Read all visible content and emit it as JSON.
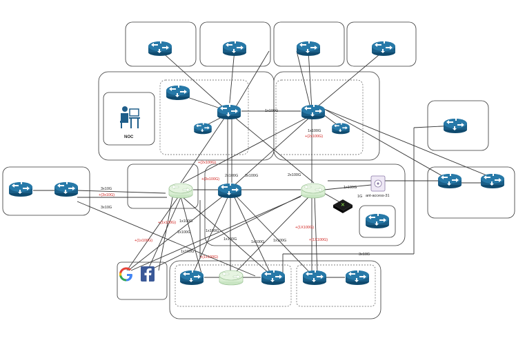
{
  "noc": {
    "label": "NOC"
  },
  "server": {
    "label": "ant-access-31"
  },
  "links": {
    "core_h": "1x100G",
    "core_down_1": "1x100G",
    "core_down_2": "+(2x100G)",
    "red_a": "+(2x100G)",
    "red_b": "+(3x100G)",
    "agg_a": "2x100G",
    "agg_b": "3x100G",
    "agg_c": "2x100G",
    "left_a": "3x10G",
    "left_b": "+(3x10G)",
    "left_c": "3x10G",
    "right_uplink": "1x100G",
    "server_link": "1G",
    "mid_a": "1x100G",
    "mid_b": "1x100G",
    "mid_c": "1x100G",
    "mid_d": "1x100G",
    "mid_e": "1x100G",
    "red_c": "+(1x100G)",
    "red_d": "+(1x100G)",
    "red_e": "+(1X100G)",
    "red_f": "+(1X100G)",
    "bot_a": "1x100G",
    "red_g": "+(1x100G)",
    "bottom_right": "3x10G"
  },
  "colors": {
    "router": "#1f6e9c",
    "router_dark": "#0f4a6e",
    "router_green": "#dff0d8",
    "link_red": "#d0231f",
    "google_blue": "#4285f4",
    "google_red": "#ea4335",
    "google_yellow": "#fbbc05",
    "google_green": "#34a853",
    "facebook": "#3b5998"
  },
  "icons": [
    "router-icon",
    "green-router-icon",
    "noc-operator-icon",
    "server-icon",
    "switch-icon",
    "google-logo",
    "facebook-logo"
  ]
}
